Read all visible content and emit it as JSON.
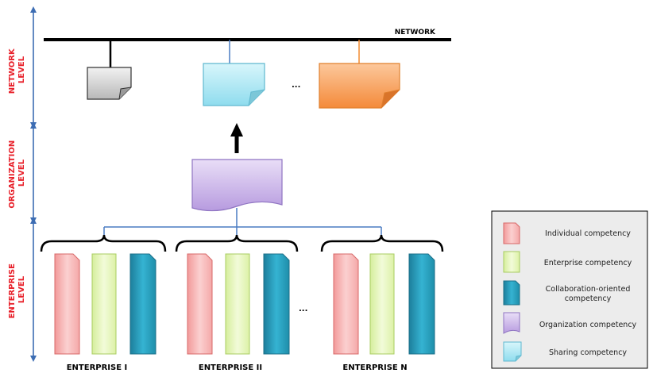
{
  "levels": {
    "network": [
      "NETWORK",
      "LEVEL"
    ],
    "organization": [
      "ORGANIZATION",
      "LEVEL"
    ],
    "enterprise": [
      "ENTERPRISE",
      "LEVEL"
    ]
  },
  "network_label": "NETWORK",
  "ellipsis_network": "...",
  "ellipsis_enterprise": "...",
  "enterprises": [
    "ENTERPRISE I",
    "ENTERPRISE II",
    "ENTERPRISE N"
  ],
  "legend": [
    {
      "label": [
        "Individual competency"
      ],
      "color": "#f7b3b3"
    },
    {
      "label": [
        "Enterprise competency"
      ],
      "color": "#e4f5bd"
    },
    {
      "label": [
        "Collaboration-oriented",
        "competency"
      ],
      "color": "#2aa5c2"
    },
    {
      "label": [
        "Organization competency"
      ],
      "color": "#c9b3e6"
    },
    {
      "label": [
        "Sharing competency"
      ],
      "color": "#a8e6f2"
    }
  ],
  "colors": {
    "level_text": "#e8202a",
    "level_arrow": "#3d6db3",
    "connector": "#4a7cc2",
    "network_doc_gray": "#cfcfcf",
    "network_doc_cyan": "#a8e6f2",
    "network_doc_orange": "#f9a35c"
  }
}
